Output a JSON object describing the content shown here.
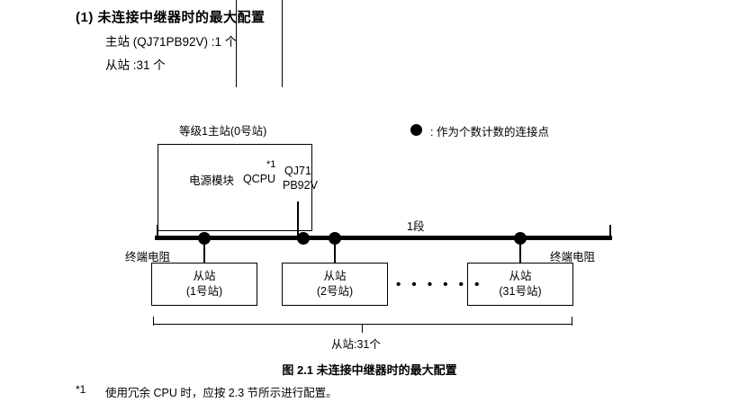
{
  "header": {
    "heading": "(1) 未连接中继器时的最大配置",
    "line1": "主站 (QJ71PB92V) :1 个",
    "line2": "从站 :31 个"
  },
  "legend": {
    "text": ": 作为个数计数的连接点"
  },
  "diagram": {
    "master_label": "等级1主站(0号站)",
    "master_box": {
      "power": "电源模块",
      "cpu": "QCPU",
      "footnote_mark": "*1",
      "module_line1": "QJ71",
      "module_line2": "PB92V"
    },
    "segment_label": "1段",
    "terminator_left": "终端电阻",
    "terminator_right": "终端电阻",
    "slaves": [
      {
        "title": "从站",
        "sub": "(1号站)"
      },
      {
        "title": "从站",
        "sub": "(2号站)"
      },
      {
        "title": "从站",
        "sub": "(31号站)"
      }
    ],
    "ellipsis": "• • • • • •",
    "brace_label": "从站:31个"
  },
  "caption": "图 2.1  未连接中继器时的最大配置",
  "footnote": {
    "mark": "*1",
    "text": "使用冗余 CPU 时，应按 2.3 节所示进行配置。"
  }
}
